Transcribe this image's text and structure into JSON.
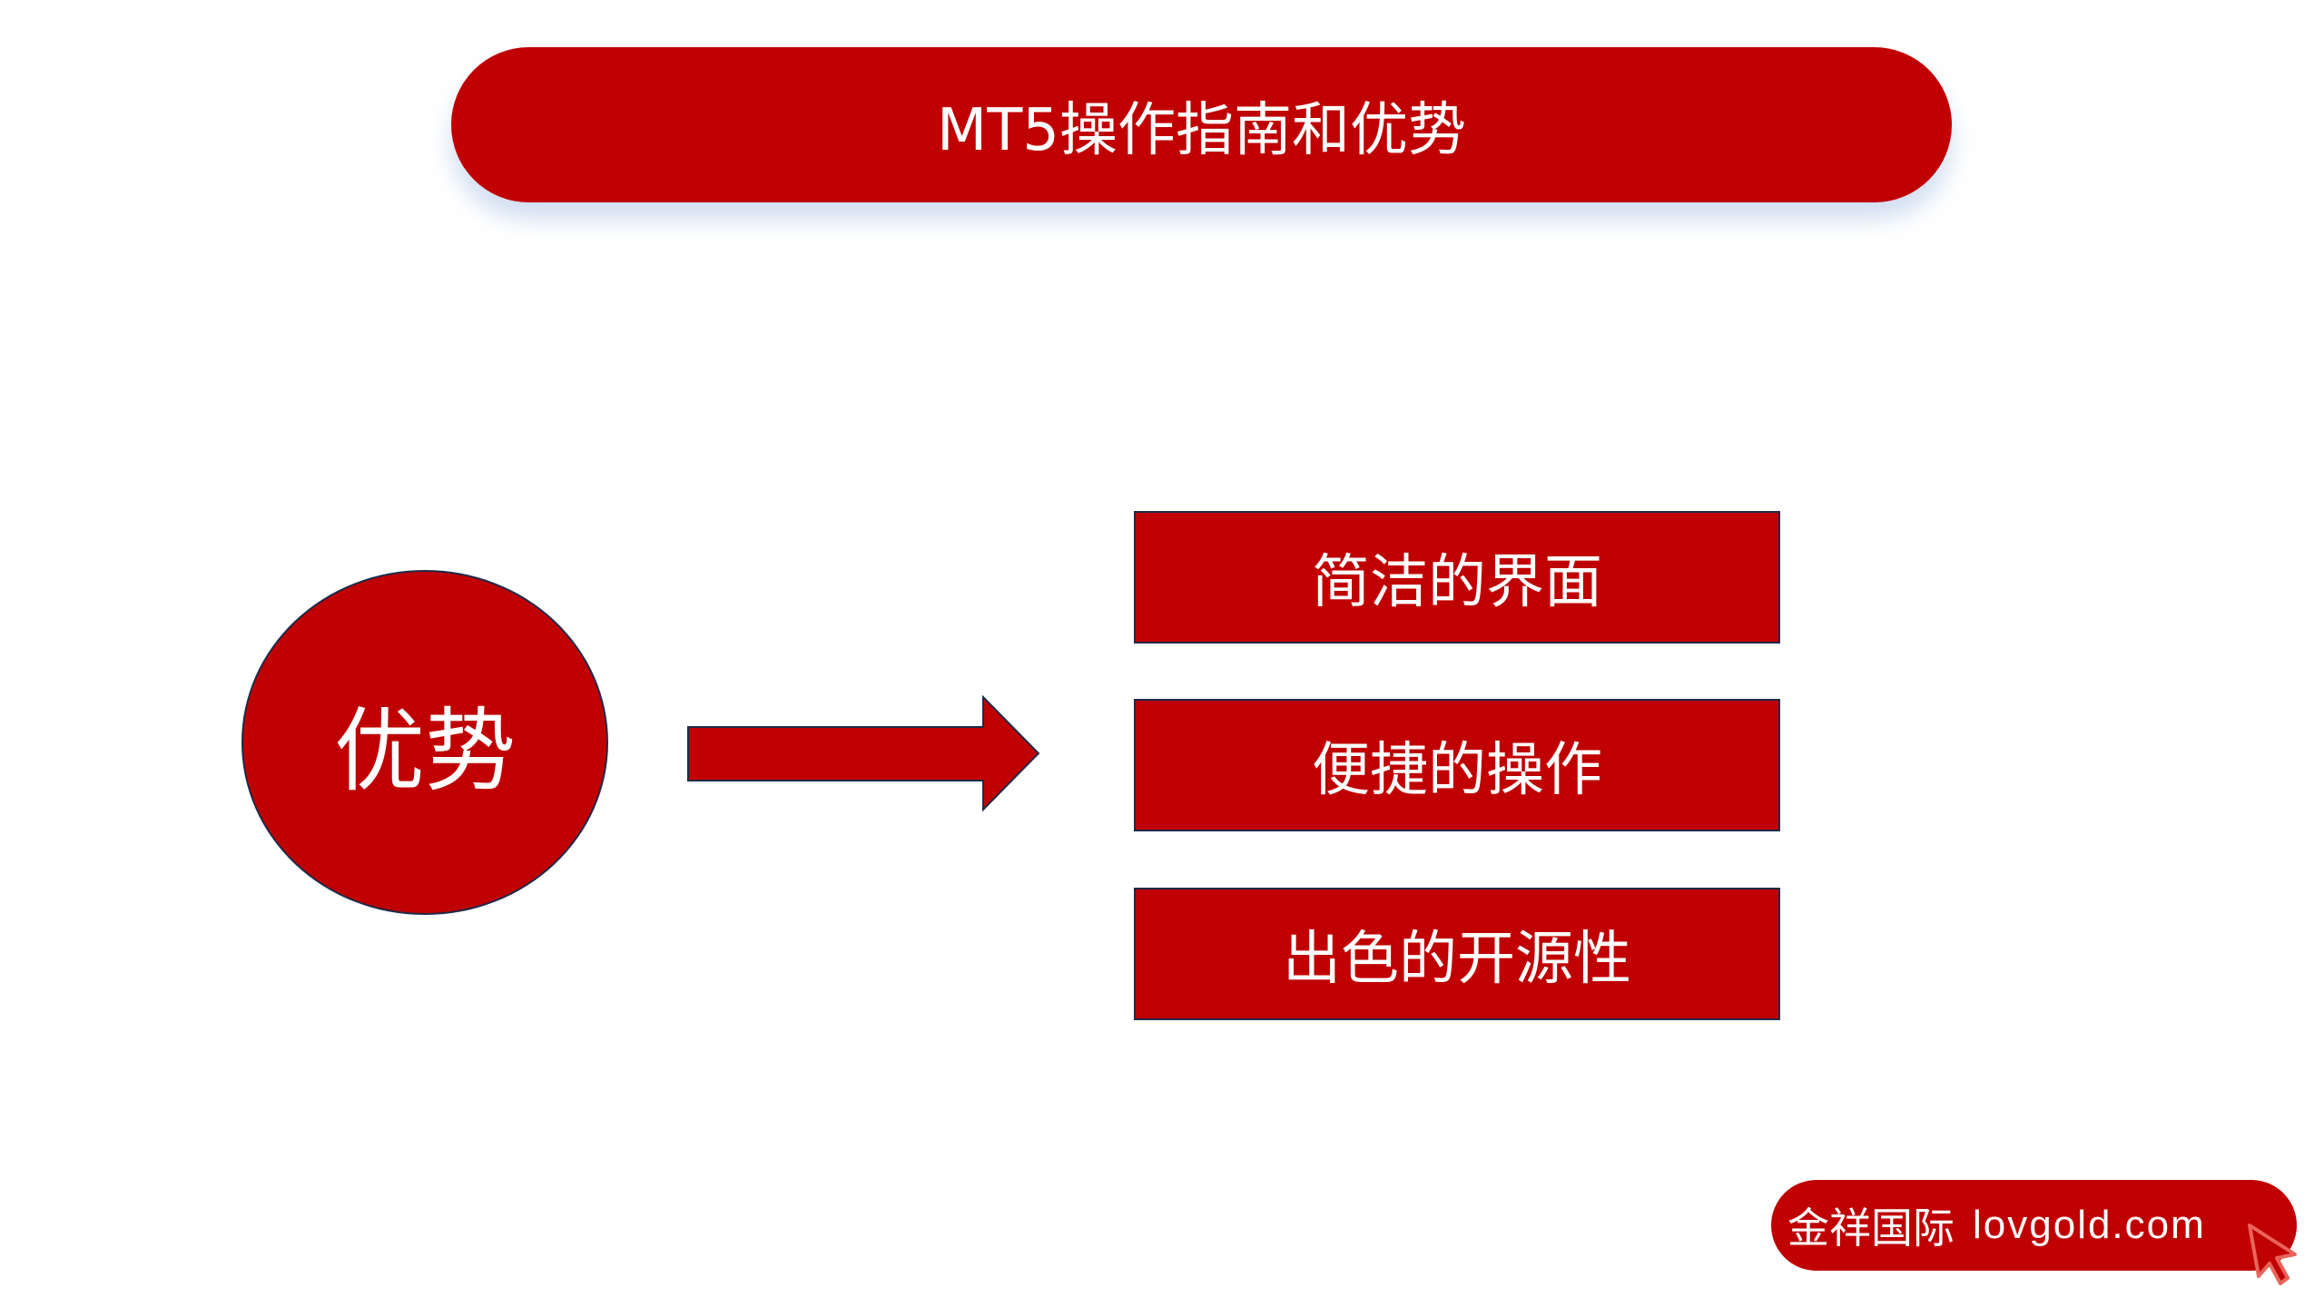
{
  "title": "MT5操作指南和优势",
  "center": "优势",
  "items": [
    "简洁的界面",
    "便捷的操作",
    "出色的开源性"
  ],
  "logo": {
    "name": "金祥国际",
    "url": "lovgold.com"
  },
  "colors": {
    "primary": "#c00000",
    "outline": "#1f2a4a"
  }
}
